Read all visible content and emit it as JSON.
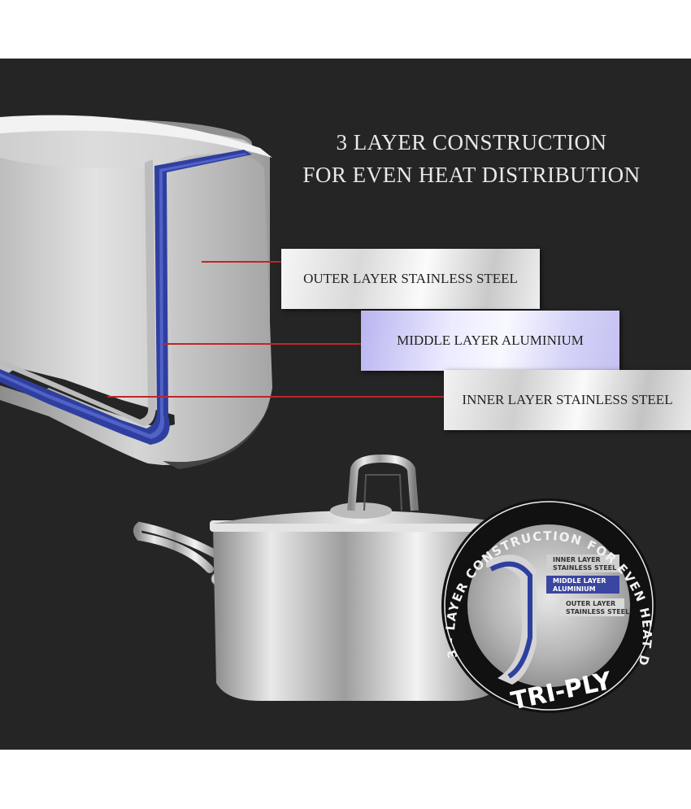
{
  "heading": {
    "line1": "3 LAYER CONSTRUCTION",
    "line2": "FOR EVEN HEAT DISTRIBUTION"
  },
  "layers": {
    "outer": "OUTER LAYER STAINLESS STEEL",
    "middle": "MIDDLE LAYER ALUMINIUM",
    "inner": "INNER LAYER STAINLESS STEEL"
  },
  "badge": {
    "ring_text": "3 - LAYER CONSTRUCTION FOR EVEN HEAT DISTRIBUTION •",
    "brand": "TRI-PLY",
    "inner_label_line1": "INNER LAYER",
    "inner_label_line2": "STAINLESS STEEL",
    "middle_label_line1": "MIDDLE LAYER",
    "middle_label_line2": "ALUMINIUM",
    "outer_label_line1": "OUTER LAYER",
    "outer_label_line2": "STAINLESS STEEL"
  },
  "colors": {
    "background": "#252525",
    "pointer_line": "#c0252b",
    "aluminium_layer": "#2e3f9f"
  }
}
